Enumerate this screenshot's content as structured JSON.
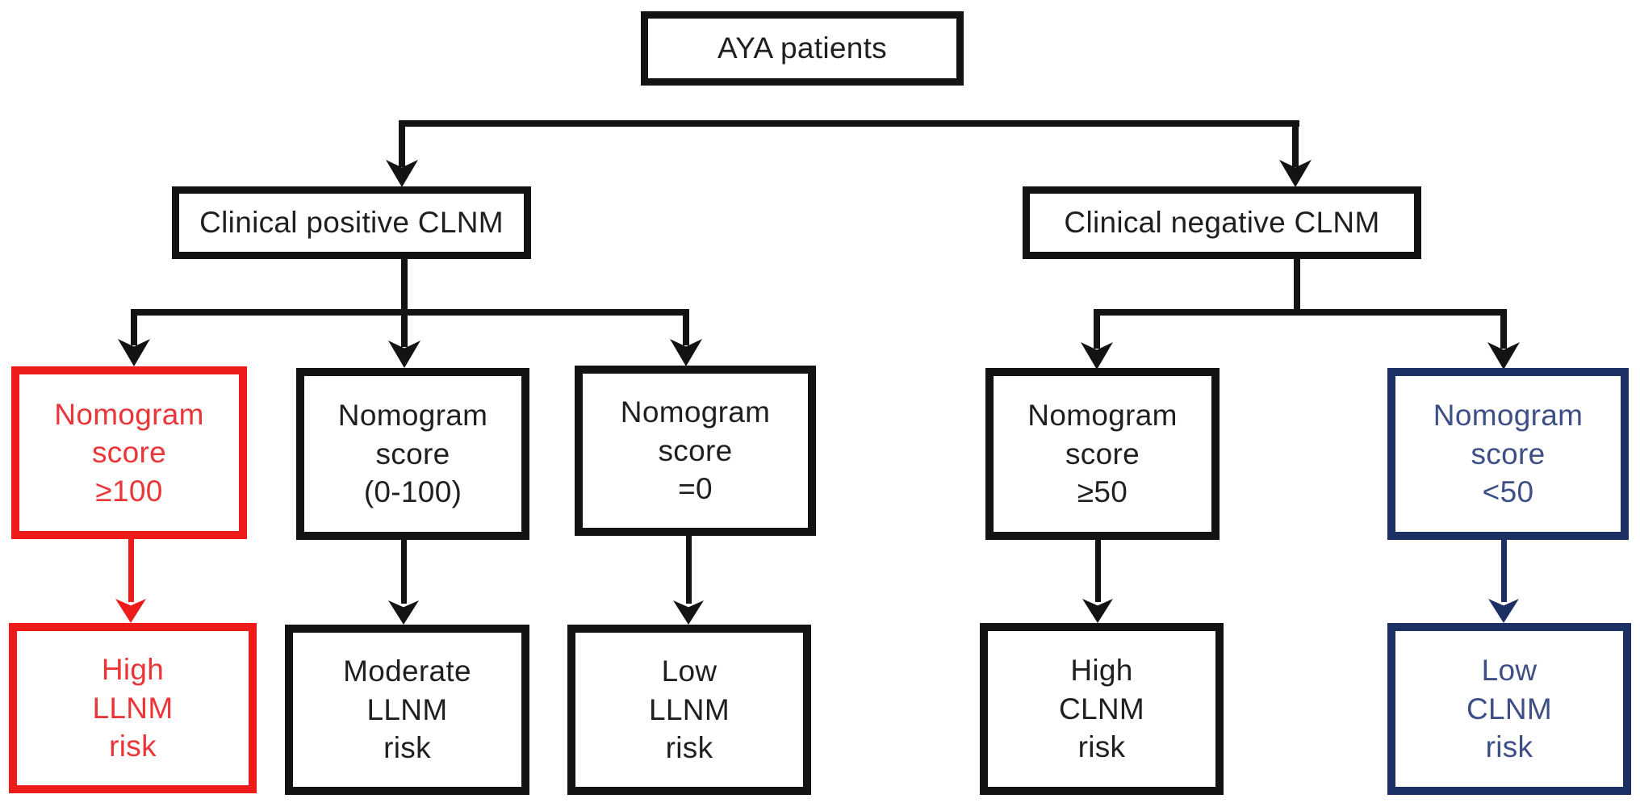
{
  "figure": {
    "type": "flowchart",
    "background": "#ffffff"
  },
  "colors": {
    "line_black": "#131313",
    "text_black": "#1f1f1f",
    "red": "#ee1b1b",
    "red_text": "#ea3539",
    "navy": "#1c3064",
    "navy_text": "#3e4f87"
  },
  "nodes": {
    "root": {
      "label": "AYA patients"
    },
    "branches": [
      {
        "label": "Clinical positive CLNM"
      },
      {
        "label": "Clinical negative CLNM"
      }
    ],
    "scores": [
      {
        "text": "Nomogram\nscore\n≥100",
        "color": "red"
      },
      {
        "text": "Nomogram\nscore\n(0-100)",
        "color": "black"
      },
      {
        "text": "Nomogram\nscore\n=0",
        "color": "black"
      },
      {
        "text": "Nomogram\nscore\n≥50",
        "color": "black"
      },
      {
        "text": "Nomogram\nscore\n<50",
        "color": "navy"
      }
    ],
    "risks": [
      {
        "text": "High\nLLNM\nrisk",
        "color": "red"
      },
      {
        "text": "Moderate\nLLNM\nrisk",
        "color": "black"
      },
      {
        "text": "Low\nLLNM\nrisk",
        "color": "black"
      },
      {
        "text": "High\nCLNM\nrisk",
        "color": "black"
      },
      {
        "text": "Low\nCLNM\nrisk",
        "color": "navy"
      }
    ]
  }
}
